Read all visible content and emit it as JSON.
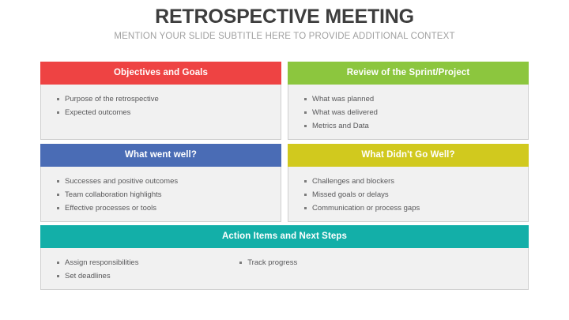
{
  "slide": {
    "title": "RETROSPECTIVE MEETING",
    "subtitle": "MENTION YOUR SLIDE SUBTITLE HERE TO PROVIDE ADDITIONAL CONTEXT",
    "background_color": "#ffffff",
    "title_color": "#3d3d3d",
    "subtitle_color": "#a0a0a0",
    "card_body_color": "#f1f1f1",
    "card_border_color": "#cfcfcf",
    "bullet_text_color": "#58585a",
    "bullet_mark_color": "#7b7b7b"
  },
  "cards": [
    {
      "id": "objectives-and-goals",
      "title": "Objectives and Goals",
      "accent_color": "#ee4343",
      "bullets": [
        "Purpose of the retrospective",
        "Expected outcomes"
      ]
    },
    {
      "id": "review-of-the-sprint-project",
      "title": "Review of the Sprint/Project",
      "accent_color": "#8cc63e",
      "bullets": [
        "What was planned",
        "What was delivered",
        "Metrics and Data"
      ]
    },
    {
      "id": "what-went-well",
      "title": "What went well?",
      "accent_color": "#4a6cb5",
      "bullets": [
        "Successes and positive outcomes",
        "Team collaboration highlights",
        "Effective processes or tools"
      ]
    },
    {
      "id": "what-didnt-go-well",
      "title": "What Didn't Go Well?",
      "accent_color": "#d1c91e",
      "bullets": [
        "Challenges and blockers",
        "Missed goals or delays",
        "Communication or process gaps"
      ]
    },
    {
      "id": "action-items-and-next-steps",
      "title": "Action Items and Next Steps",
      "accent_color": "#13afa8",
      "bullets_column_1": [
        "Assign responsibilities",
        "Set deadlines"
      ],
      "bullets_column_2": [
        "Track progress"
      ]
    }
  ]
}
